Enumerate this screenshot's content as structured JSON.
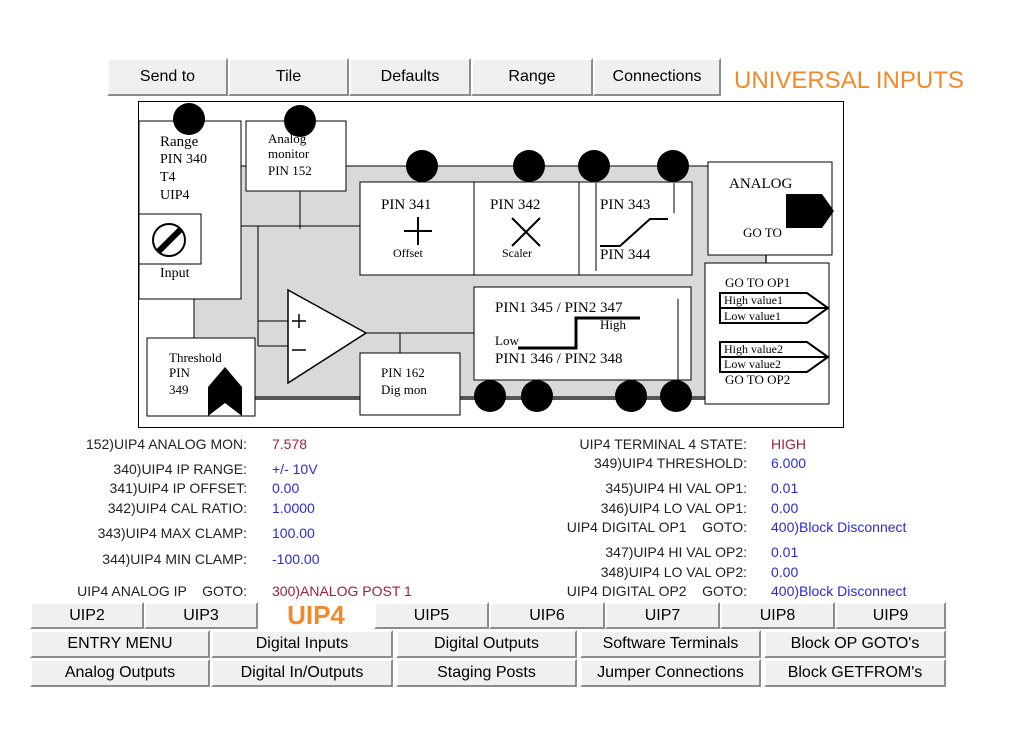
{
  "toolbar": {
    "send_to": "Send to",
    "tile": "Tile",
    "defaults": "Defaults",
    "range": "Range",
    "connections": "Connections"
  },
  "page_title": "UNIVERSAL INPUTS",
  "colors": {
    "accent": "#f08a2c",
    "value_blue": "#2b2bd6",
    "value_red": "#9c1f3c"
  },
  "diagram": {
    "range_block": [
      "Range",
      "PIN 340",
      "T4",
      "UIP4"
    ],
    "input_label": "Input",
    "analog_monitor": [
      "Analog",
      "monitor",
      "PIN 152"
    ],
    "offset": {
      "pin": "PIN 341",
      "name": "Offset"
    },
    "scaler": {
      "pin": "PIN 342",
      "name": "Scaler"
    },
    "clamp": {
      "top": "PIN 343",
      "bottom": "PIN 344"
    },
    "analog_goto": {
      "title": "ANALOG",
      "goto": "GO TO"
    },
    "threshold": [
      "Threshold",
      "PIN",
      "349"
    ],
    "dig_mon": [
      "PIN 162",
      "Dig mon"
    ],
    "hilo": {
      "top": "PIN1 345 / PIN2 347",
      "high": "High",
      "low": "Low",
      "bottom": "PIN1 346 / PIN2 348"
    },
    "goto_op1": "GO TO OP1",
    "high_value1": "High value1",
    "low_value1": "Low value1",
    "high_value2": "High value2",
    "low_value2": "Low value2",
    "goto_op2": "GO TO OP2"
  },
  "params_left": [
    {
      "label": "152)UIP4 ANALOG MON:",
      "value": "7.578"
    },
    {
      "label": "340)UIP4 IP RANGE:",
      "value": "+/- 10V"
    },
    {
      "label": "341)UIP4 IP OFFSET:",
      "value": "0.00"
    },
    {
      "label": "342)UIP4 CAL RATIO:",
      "value": "1.0000"
    },
    {
      "label": "343)UIP4 MAX CLAMP:",
      "value": "100.00"
    },
    {
      "label": "344)UIP4 MIN CLAMP:",
      "value": "-100.00"
    },
    {
      "label": "UIP4 ANALOG IP    GOTO:",
      "value": "300)ANALOG POST 1"
    }
  ],
  "params_right": [
    {
      "label": "UIP4 TERMINAL 4 STATE:",
      "value": "HIGH"
    },
    {
      "label": "349)UIP4 THRESHOLD:",
      "value": "6.000"
    },
    {
      "label": "345)UIP4 HI VAL OP1:",
      "value": "0.01"
    },
    {
      "label": "346)UIP4 LO VAL OP1:",
      "value": "0.00"
    },
    {
      "label": "UIP4 DIGITAL OP1    GOTO:",
      "value": "400)Block Disconnect"
    },
    {
      "label": "347)UIP4 HI VAL OP2:",
      "value": "0.01"
    },
    {
      "label": "348)UIP4 LO VAL OP2:",
      "value": "0.00"
    },
    {
      "label": "UIP4 DIGITAL OP2    GOTO:",
      "value": "400)Block Disconnect"
    }
  ],
  "uip_tabs": [
    "UIP2",
    "UIP3",
    "UIP4",
    "UIP5",
    "UIP6",
    "UIP7",
    "UIP8",
    "UIP9"
  ],
  "nav_row1": [
    "ENTRY MENU",
    "Digital Inputs",
    "Digital Outputs",
    "Software Terminals",
    "Block OP GOTO's"
  ],
  "nav_row2": [
    "Analog Outputs",
    "Digital In/Outputs",
    "Staging Posts",
    "Jumper Connections",
    "Block GETFROM's"
  ]
}
